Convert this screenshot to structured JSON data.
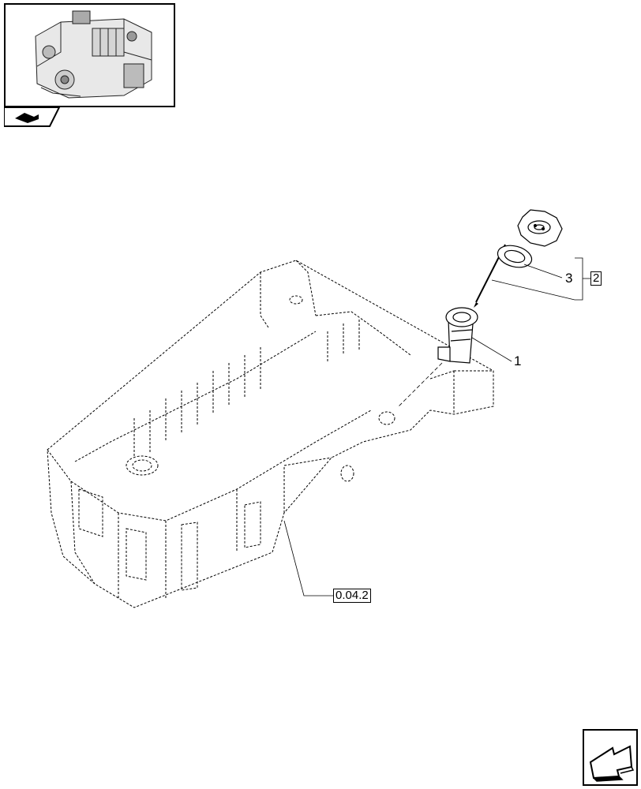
{
  "thumbnail": {
    "icon": "engine-thumbnail-icon",
    "tab_icon": "tilted-part-icon"
  },
  "callouts": {
    "part_1": "1",
    "part_3": "3",
    "group_2": "2"
  },
  "reference": {
    "label": "0.04.2"
  },
  "navigation": {
    "icon": "next-page-arrow-icon"
  }
}
